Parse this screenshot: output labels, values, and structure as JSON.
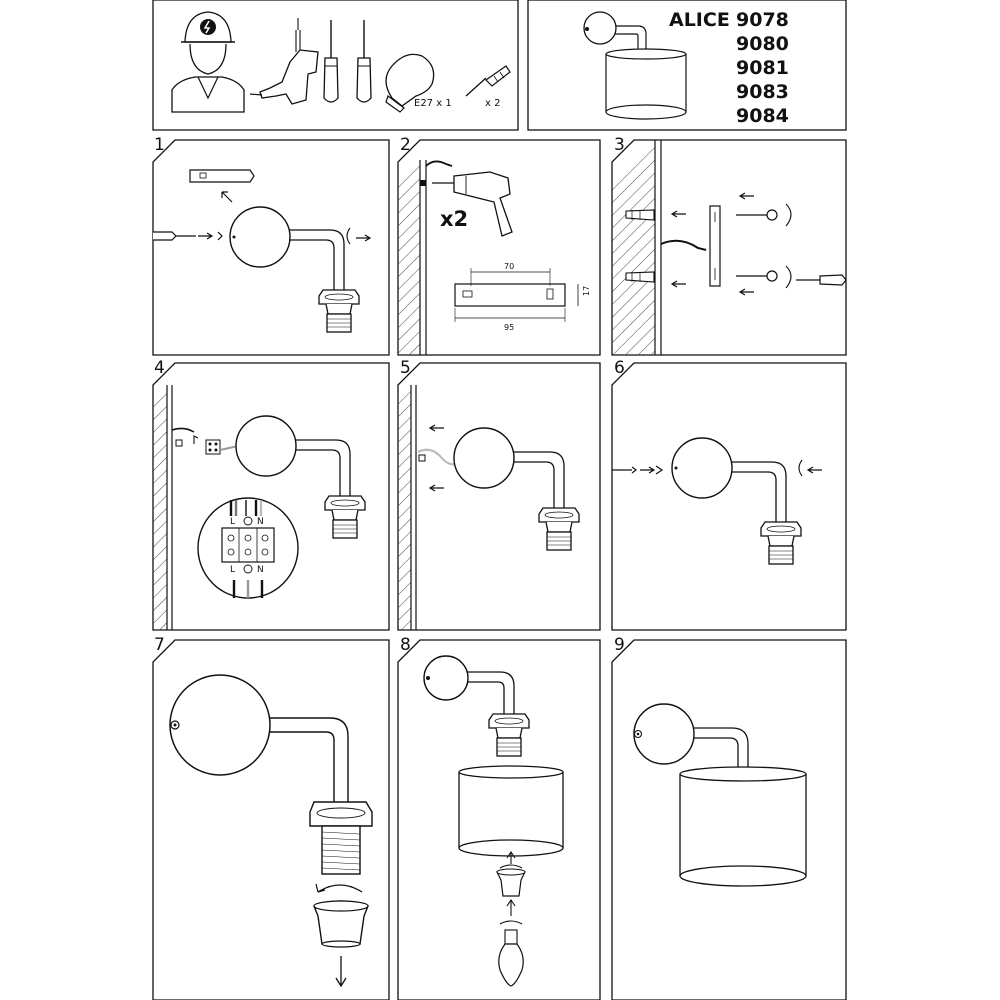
{
  "header": {
    "bulb_label": "E27 x 1",
    "dowel_label": "x 2",
    "model_name": "ALICE",
    "model_codes": [
      "9078",
      "9080",
      "9081",
      "9083",
      "9084"
    ]
  },
  "steps": {
    "labels": [
      "1",
      "2",
      "3",
      "4",
      "5",
      "6",
      "7",
      "8",
      "9"
    ],
    "step2_multiplier": "x2",
    "step2_dims": {
      "hole_spacing": "70",
      "height": "17",
      "width": "95"
    },
    "step4_terminal_top": [
      "L",
      "N"
    ],
    "step4_terminal_bottom": [
      "L",
      "N"
    ]
  }
}
